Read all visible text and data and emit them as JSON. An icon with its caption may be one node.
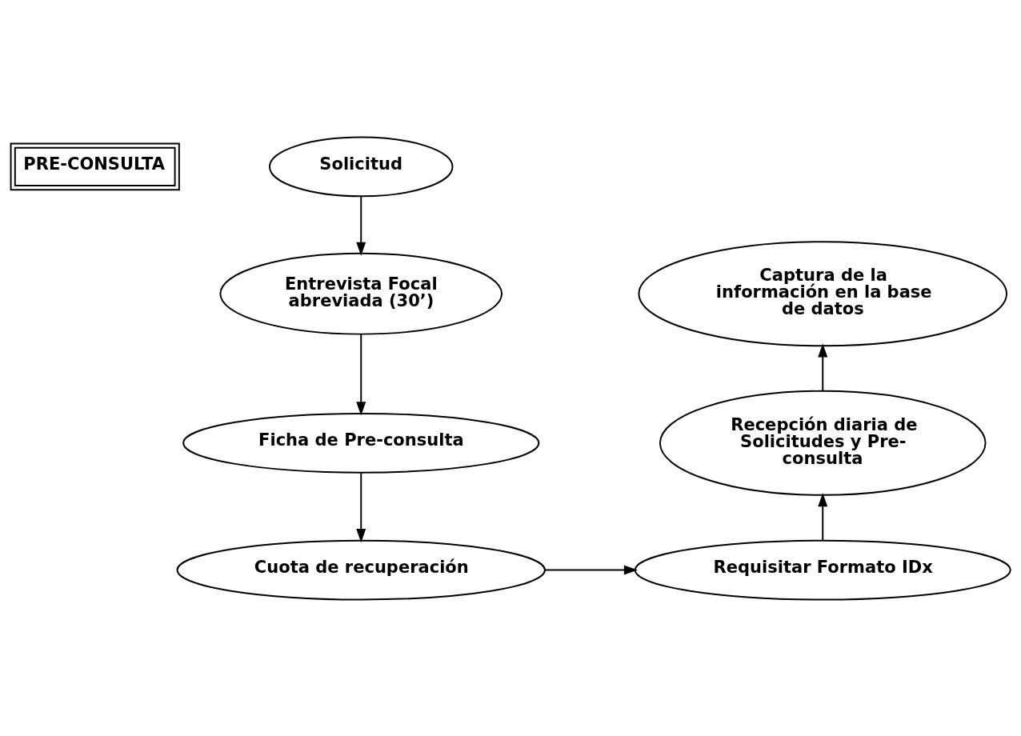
{
  "diagram": {
    "nodes": [
      {
        "text": [
          "PRE-CONSULTA"
        ]
      },
      {
        "text": [
          "Solicitud"
        ]
      },
      {
        "text": [
          "Entrevista Focal abreviada (30’)"
        ]
      },
      {
        "text": [
          "Ficha de Pre-consulta"
        ]
      },
      {
        "text": [
          "Cuota de recuperación"
        ]
      },
      {
        "text": [
          "Requisitar Formato IDx"
        ]
      },
      {
        "text": [
          "Recepción diaria de Solicitudes y Pre-consulta"
        ]
      },
      {
        "text": [
          "Captura de la información en la base de datos"
        ]
      }
    ],
    "edges": [
      {
        "from": 1,
        "to": 2,
        "arrow": "to"
      },
      {
        "from": 2,
        "to": 3,
        "arrow": "to"
      },
      {
        "from": 3,
        "to": 4,
        "arrow": "to"
      },
      {
        "from": 4,
        "to": 5,
        "arrow": "to"
      },
      {
        "from": 5,
        "to": 6,
        "arrow": "to"
      },
      {
        "from": 6,
        "to": 7,
        "arrow": "to"
      }
    ]
  }
}
